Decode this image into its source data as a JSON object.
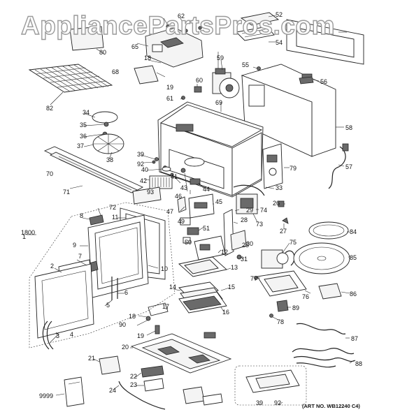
{
  "watermark": "AppliancePartsPros.com",
  "art_number": "(ART NO. WB12240 C4)",
  "part_labels": [
    "1",
    "2",
    "3",
    "4",
    "5",
    "6",
    "7",
    "8",
    "9",
    "10",
    "11",
    "12",
    "13",
    "14",
    "15",
    "16",
    "17",
    "18",
    "19",
    "20",
    "21",
    "22",
    "23",
    "24",
    "25",
    "26",
    "27",
    "28",
    "29",
    "30",
    "31",
    "33",
    "34",
    "35",
    "36",
    "37",
    "38",
    "39",
    "40",
    "41",
    "42",
    "43",
    "44",
    "45",
    "46",
    "47",
    "49",
    "50",
    "51",
    "52",
    "54",
    "55",
    "56",
    "57",
    "58",
    "59",
    "60",
    "61",
    "62",
    "65",
    "68",
    "69",
    "70",
    "71",
    "72",
    "73",
    "74",
    "75",
    "76",
    "77",
    "78",
    "79",
    "80",
    "82",
    "84",
    "85",
    "86",
    "87",
    "88",
    "89",
    "90",
    "92",
    "93",
    "1800",
    "9999"
  ]
}
